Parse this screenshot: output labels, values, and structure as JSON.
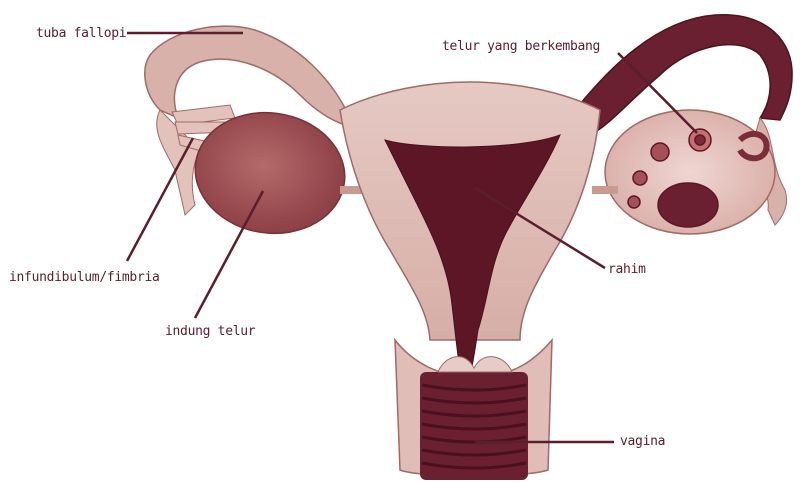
{
  "labels": {
    "tuba_fallopi": "tuba fallopi",
    "infundibulum": "infundibulum/fimbria",
    "indung_telur": "indung telur",
    "telur": "telur yang berkembang",
    "rahim": "rahim",
    "vagina": "vagina"
  },
  "colors": {
    "line": "#5a1e2c",
    "tissue_light": "#e7cbc6",
    "tissue_mid": "#c99a92",
    "tissue_dark": "#7a2c38",
    "cavity": "#5c1626"
  }
}
